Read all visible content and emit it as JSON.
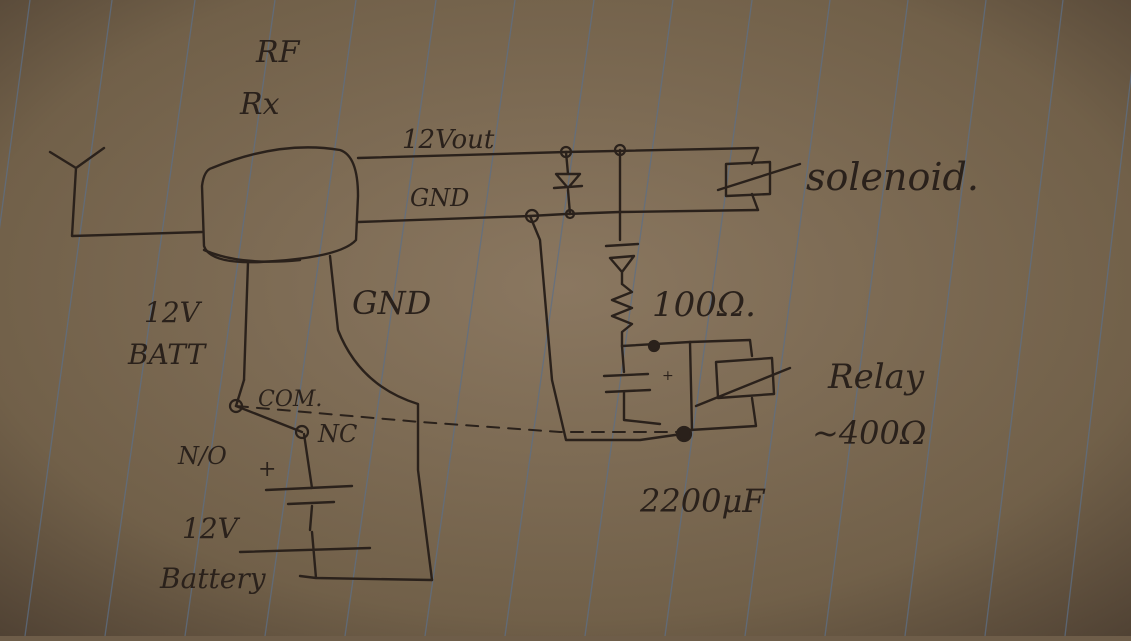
{
  "labels": {
    "rf": "RF",
    "rx": "Rx",
    "v_out": "12Vout",
    "gnd_top": "GND",
    "solenoid": "solenoid.",
    "resistor": "100Ω.",
    "relay": "Relay",
    "relay_res": "~400Ω",
    "capacitor": "2200μF",
    "bat_12v": "12V",
    "batt": "BATT",
    "gnd_left": "GND",
    "com": "COM.",
    "nc": "NC",
    "no": "N/O",
    "battery_12v": "12V",
    "battery": "Battery",
    "plus_batt": "+",
    "plus_cap": "+"
  },
  "colors": {
    "paper": "#7a6852",
    "ink": "#2a211b",
    "rule": "#5d6f86"
  }
}
